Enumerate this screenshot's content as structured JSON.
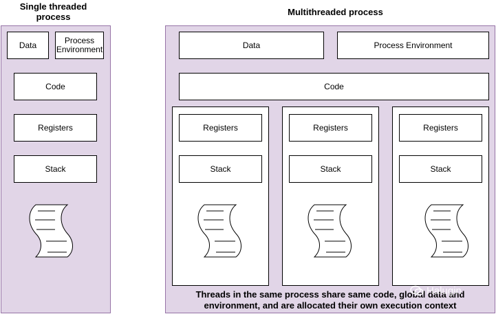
{
  "single": {
    "title_line1": "Single threaded",
    "title_line2": "process",
    "data_label": "Data",
    "env_line1": "Process",
    "env_line2": "Environment",
    "code_label": "Code",
    "registers_label": "Registers",
    "stack_label": "Stack"
  },
  "multi": {
    "title": "Multithreaded process",
    "data_label": "Data",
    "env_label": "Process Environment",
    "code_label": "Code",
    "threads": [
      {
        "registers_label": "Registers",
        "stack_label": "Stack"
      },
      {
        "registers_label": "Registers",
        "stack_label": "Stack"
      },
      {
        "registers_label": "Registers",
        "stack_label": "Stack"
      }
    ],
    "caption_line1": "Threads  in the same process share same code, global data and",
    "caption_line2": "environment, and are allocated their own execution context"
  },
  "icons": {
    "execution": "scroll-document-icon",
    "watermark": "wechat-icon"
  },
  "watermark": {
    "text": "Halugin"
  },
  "colors": {
    "panel_fill": "#e1d5e7",
    "panel_stroke": "#9673a6",
    "box_fill": "#ffffff",
    "box_stroke": "#000000"
  }
}
